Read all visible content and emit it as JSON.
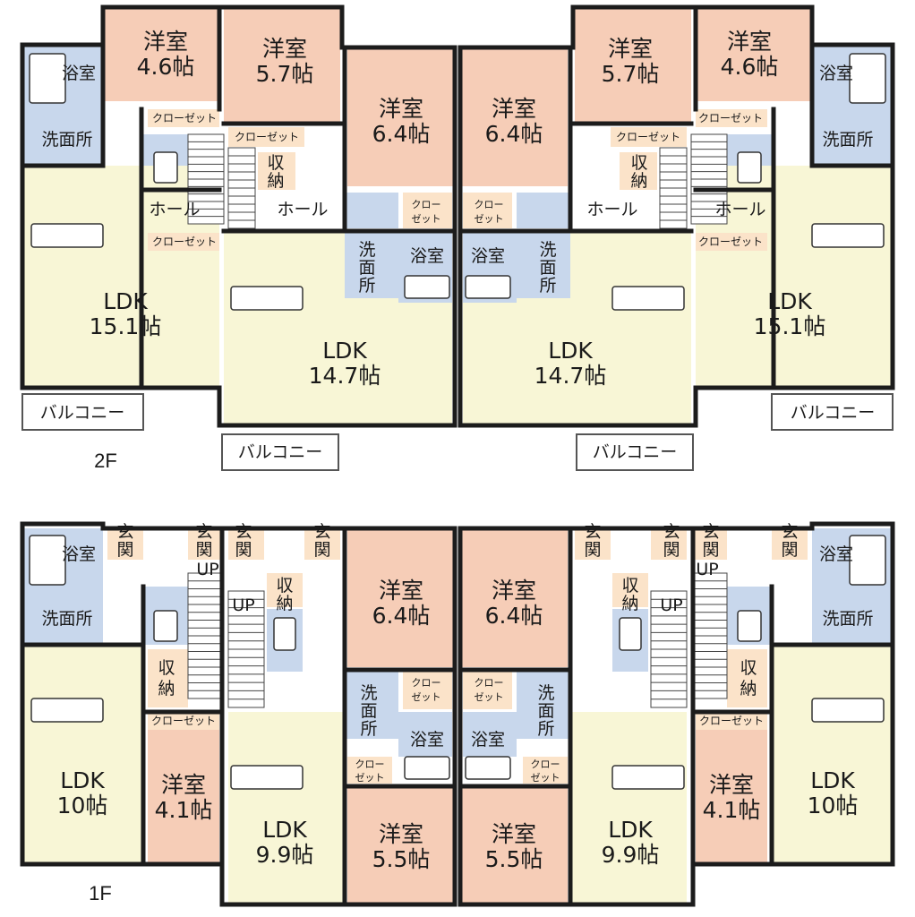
{
  "labels": {
    "youshitsu": "洋室",
    "ldk": "LDK",
    "yokushitsu": "浴室",
    "senmenjo": "洗面所",
    "closet": "クローゼット",
    "closet_a": "クロー",
    "closet_b": "ゼット",
    "shuno": "収納",
    "hall": "ホール",
    "balcony": "バルコニー",
    "genkan": "玄関",
    "up": "UP",
    "sen": "洗"
  },
  "floors": {
    "upper": "2F",
    "lower": "1F"
  },
  "sizes": {
    "s46": "4.6帖",
    "s57": "5.7帖",
    "s64": "6.4帖",
    "s151": "15.1帖",
    "s147": "14.7帖",
    "s10": "10帖",
    "s41": "4.1帖",
    "s99": "9.9帖",
    "s55": "5.5帖"
  },
  "colors": {
    "bedroom": "#f6cdb7",
    "ldk": "#f8f6d6",
    "wet": "#c8d7ec",
    "closet": "#fbe3c9",
    "wall": "#1c1c1c"
  }
}
